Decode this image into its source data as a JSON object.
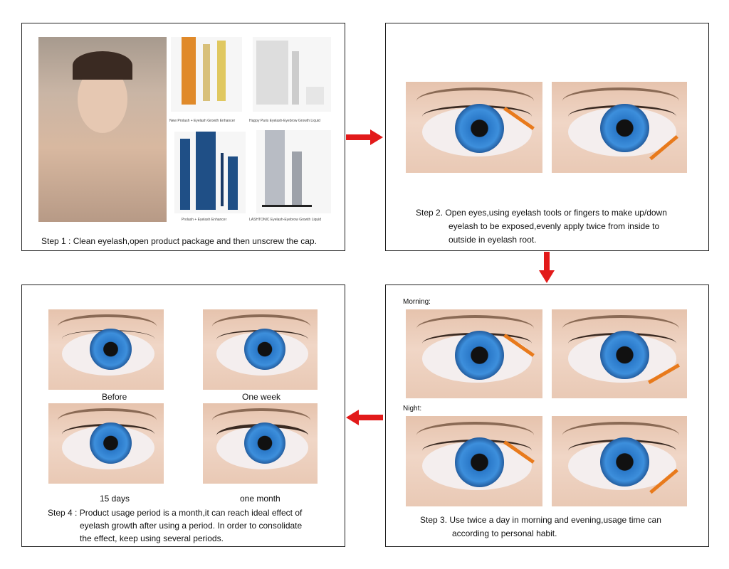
{
  "step1": {
    "caption": "Step 1 : Clean eyelash,open product package and then unscrew the cap.",
    "products": [
      {
        "label": "New Prolash + Eyelash Growth Enhancer",
        "color": "#e08a2a"
      },
      {
        "label": "Happy Paris Eyelash-Eyebrow Growth Liquid",
        "color": "#d8d8d8"
      },
      {
        "label": "Prolash + Eyelash Enhancer",
        "color": "#1f4f86"
      },
      {
        "label": "LASHTONIC Eyelash-Eyebrow Growth Liquid",
        "color": "#b8bcc4"
      }
    ]
  },
  "step2": {
    "caption_lines": [
      "Step 2. Open eyes,using eyelash tools or fingers to make up/down",
      "eyelash to be exposed,evenly apply twice from inside to",
      "outside in eyelash root."
    ]
  },
  "step3": {
    "morning_label": "Morning:",
    "night_label": "Night:",
    "caption_lines": [
      "Step 3. Use twice a day in morning and evening,usage time can",
      "according to personal habit."
    ]
  },
  "step4": {
    "labels": [
      "Before",
      "One week",
      "15 days",
      "one month"
    ],
    "caption_lines": [
      "Step 4 : Product usage period is a month,it can reach ideal effect of",
      "eyelash growth after using a period. In order to consolidate",
      "the effect, keep using several periods."
    ]
  },
  "colors": {
    "arrow": "#e21a1a",
    "border": "#222222"
  }
}
